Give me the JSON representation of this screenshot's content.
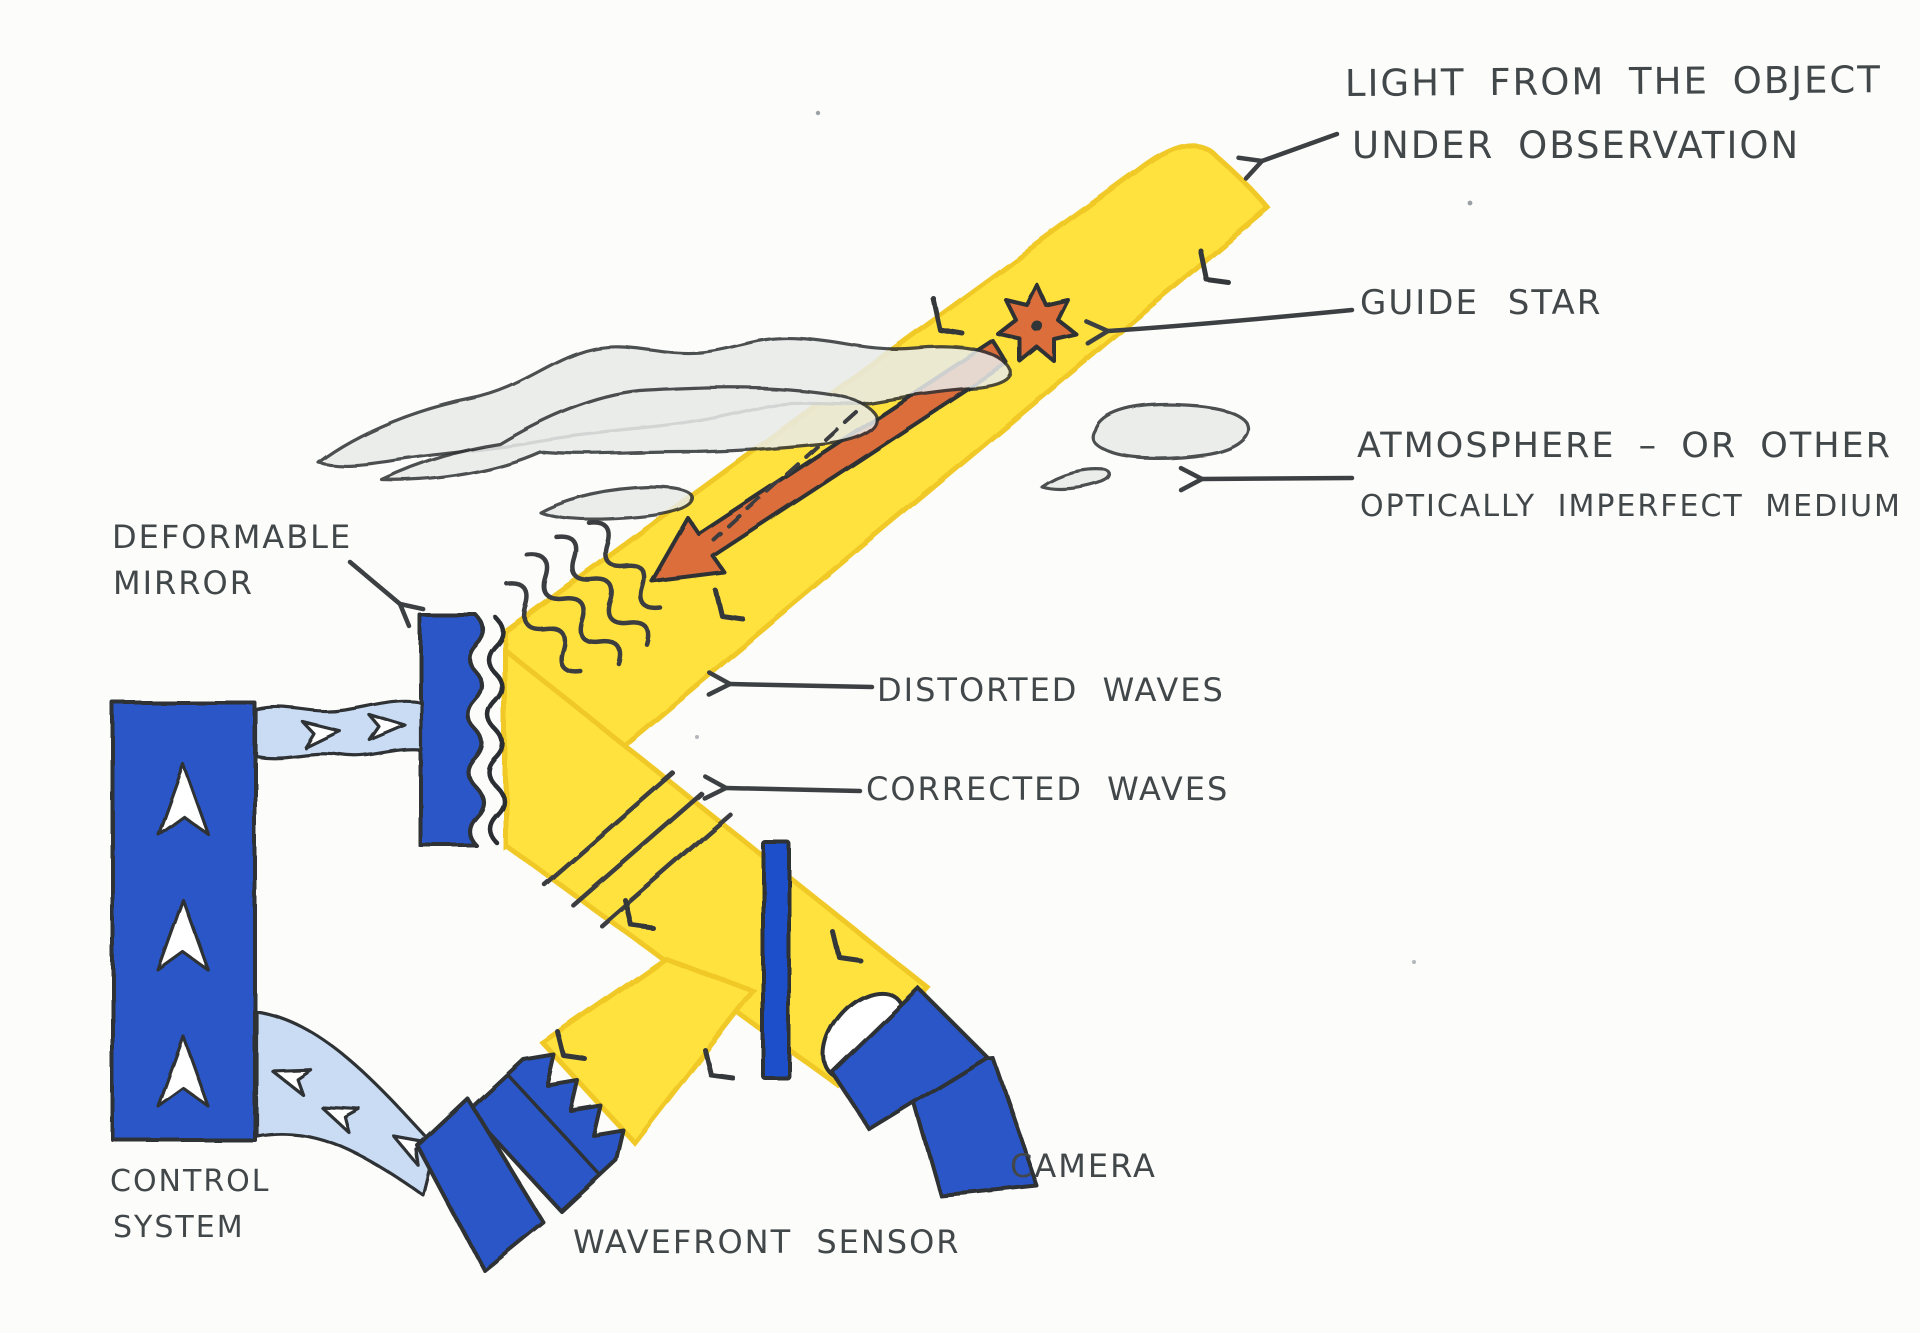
{
  "figure": {
    "type": "hand-drawn watercolor diagram",
    "subject": "Adaptive optics system"
  },
  "labels": {
    "light_source_line1": "LIGHT FROM THE OBJECT",
    "light_source_line2": "UNDER OBSERVATION",
    "guide_star": "GUIDE STAR",
    "atmosphere_line1": "ATMOSPHERE – OR OTHER",
    "atmosphere_line2": "OPTICALLY IMPERFECT MEDIUM",
    "distorted_waves": "DISTORTED WAVES",
    "corrected_waves": "CORRECTED WAVES",
    "deformable_mirror_line1": "DEFORMABLE",
    "deformable_mirror_line2": "MIRROR",
    "control_system_line1": "CONTROL",
    "control_system_line2": "SYSTEM",
    "wavefront_sensor": "WAVEFRONT SENSOR",
    "camera": "CAMERA"
  },
  "colors": {
    "paper": "#FCFCFA",
    "ink": "#3C4043",
    "beam_yellow": "#FFE23E",
    "beam_edge": "#F0C928",
    "component_blue": "#2A57C8",
    "splitter_blue": "#1C4FC9",
    "ribbon_blue": "#C9DCF4",
    "cloud_grey": "#E8EBE8",
    "arrow_orange": "#DC6E3B",
    "white": "#FFFFFF"
  }
}
